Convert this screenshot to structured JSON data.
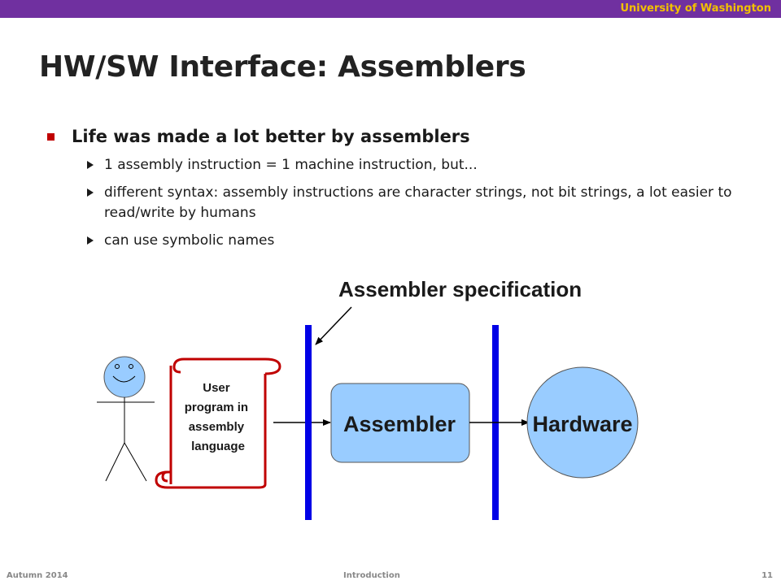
{
  "header": {
    "university": "University of Washington"
  },
  "slide": {
    "title": "HW/SW Interface: Assemblers",
    "main_bullet": "Life was made a lot better by assemblers",
    "sub_bullets": [
      "1 assembly instruction = 1 machine instruction, but...",
      "different syntax: assembly instructions are character strings, not bit strings, a lot easier to read/write by humans",
      "can use symbolic names"
    ]
  },
  "diagram": {
    "spec_label": "Assembler specification",
    "scroll_lines": [
      "User",
      "program in",
      "assembly",
      "language"
    ],
    "assembler_label": "Assembler",
    "hardware_label": "Hardware",
    "colors": {
      "divider": "#0000e6",
      "assembler_fill": "#99ccff",
      "hardware_fill": "#99ccff",
      "scroll_stroke": "#c00000"
    }
  },
  "footer": {
    "left": "Autumn 2014",
    "center": "Introduction",
    "right": "11"
  }
}
